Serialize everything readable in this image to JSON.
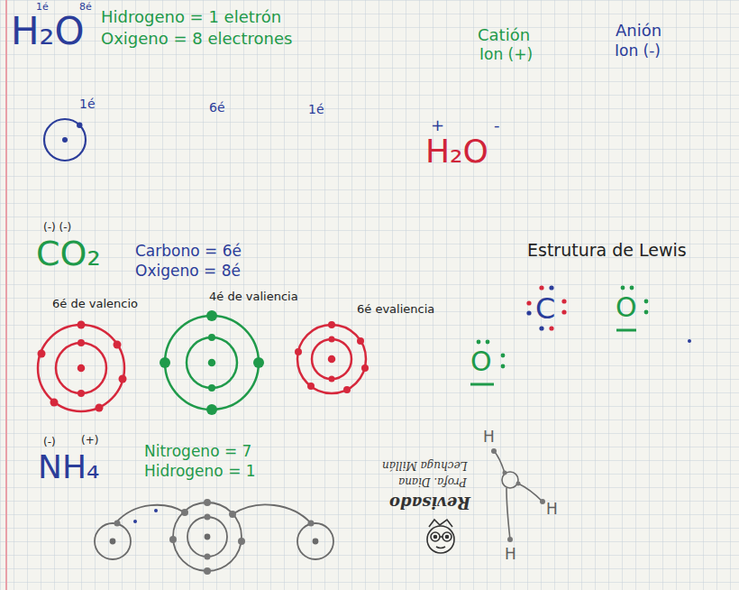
{
  "diagram": {
    "nodes": [
      {
        "text": [
          "H"
        ]
      },
      {
        "text": [
          "O"
        ]
      },
      {
        "text": [
          "H"
        ]
      }
    ],
    "edges": [
      {
        "from": 0,
        "to": 1,
        "arrow": "none"
      },
      {
        "from": 1,
        "to": 2,
        "arrow": "none"
      }
    ],
    "labels": [
      "H₂O",
      "1é",
      "8é",
      "Hidrogeno = 1 eletrón",
      "Oxigeno = 8 electrones",
      "Catión",
      "Ion (+)",
      "Anión",
      "Ion (-)",
      "1é",
      "6é",
      "1é",
      "H₂O",
      "+",
      "-",
      "(-) (-)",
      "CO₂",
      "Carbono = 6é",
      "Oxigeno = 8é",
      "Estrutura de Lewis",
      "6é de valencio",
      "4é de valiencia",
      "6é evaliencia",
      "C",
      "O",
      "O",
      "NH₄",
      "(-)",
      "(+)",
      "Nitrogeno = 7",
      "Hidrogeno = 1",
      "Revisado",
      "Profa. Diana",
      "Lechuga Millán",
      "H",
      "H",
      "H"
    ]
  }
}
